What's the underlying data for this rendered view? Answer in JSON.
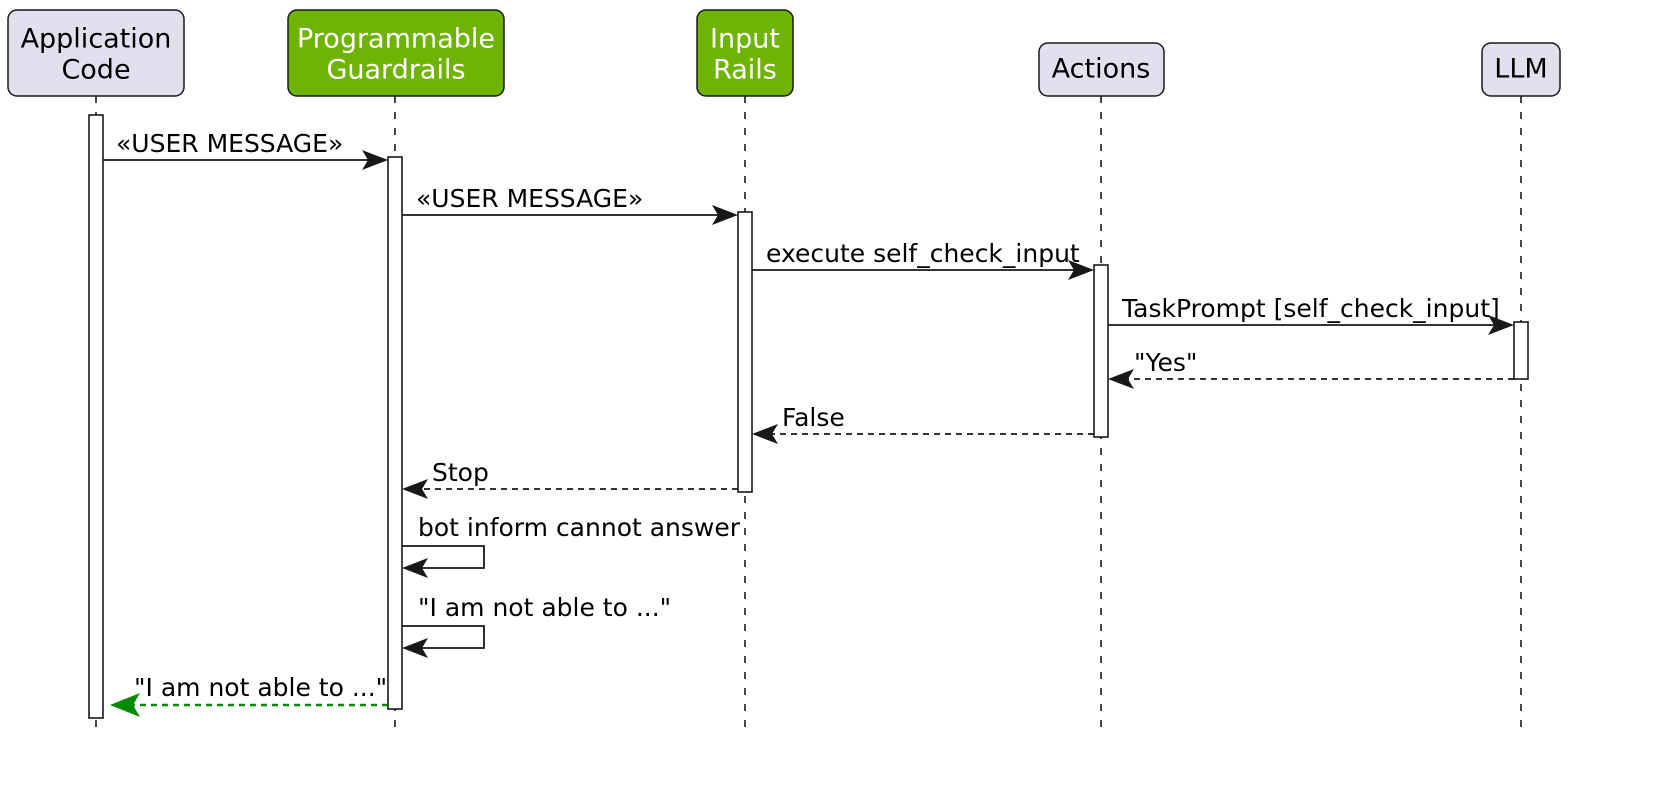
{
  "diagram": {
    "kind": "sequence-diagram",
    "background": "#FFFFFF",
    "colors": {
      "default_box_fill": "#E2E0EF",
      "highlight_box_fill": "#6FB305",
      "default_box_text": "#000000",
      "highlight_box_text": "#FFFFFF",
      "line": "#181818",
      "return_highlight": "#008A00"
    },
    "participants": [
      {
        "id": "app",
        "label_line1": "Application",
        "label_line2": "Code",
        "style": "default"
      },
      {
        "id": "guardrails",
        "label_line1": "Programmable",
        "label_line2": "Guardrails",
        "style": "highlight"
      },
      {
        "id": "rails",
        "label_line1": "Input",
        "label_line2": "Rails",
        "style": "highlight"
      },
      {
        "id": "actions",
        "label_line1": "Actions",
        "label_line2": "",
        "style": "default"
      },
      {
        "id": "llm",
        "label_line1": "LLM",
        "label_line2": "",
        "style": "default"
      }
    ],
    "messages": [
      {
        "id": "m1",
        "label": "«USER MESSAGE»",
        "from": "app",
        "to": "guardrails",
        "line": "solid",
        "color": "line"
      },
      {
        "id": "m2",
        "label": "«USER MESSAGE»",
        "from": "guardrails",
        "to": "rails",
        "line": "solid",
        "color": "line"
      },
      {
        "id": "m3",
        "label": "execute self_check_input",
        "from": "rails",
        "to": "actions",
        "line": "solid",
        "color": "line"
      },
      {
        "id": "m4",
        "label": "TaskPrompt [self_check_input]",
        "from": "actions",
        "to": "llm",
        "line": "solid",
        "color": "line"
      },
      {
        "id": "m5",
        "label": "\"Yes\"",
        "from": "llm",
        "to": "actions",
        "line": "dotted",
        "color": "line"
      },
      {
        "id": "m6",
        "label": "False",
        "from": "actions",
        "to": "rails",
        "line": "dotted",
        "color": "line"
      },
      {
        "id": "m7",
        "label": "Stop",
        "from": "rails",
        "to": "guardrails",
        "line": "dotted",
        "color": "line"
      },
      {
        "id": "m8",
        "label": "bot inform cannot answer",
        "from": "guardrails",
        "to": "guardrails",
        "line": "solid",
        "color": "line"
      },
      {
        "id": "m9",
        "label": "\"I am not able to ...\"",
        "from": "guardrails",
        "to": "guardrails",
        "line": "solid",
        "color": "line"
      },
      {
        "id": "m10",
        "label": "\"I am not able to ...\"",
        "from": "guardrails",
        "to": "app",
        "line": "dotted",
        "color": "return_highlight"
      }
    ]
  }
}
